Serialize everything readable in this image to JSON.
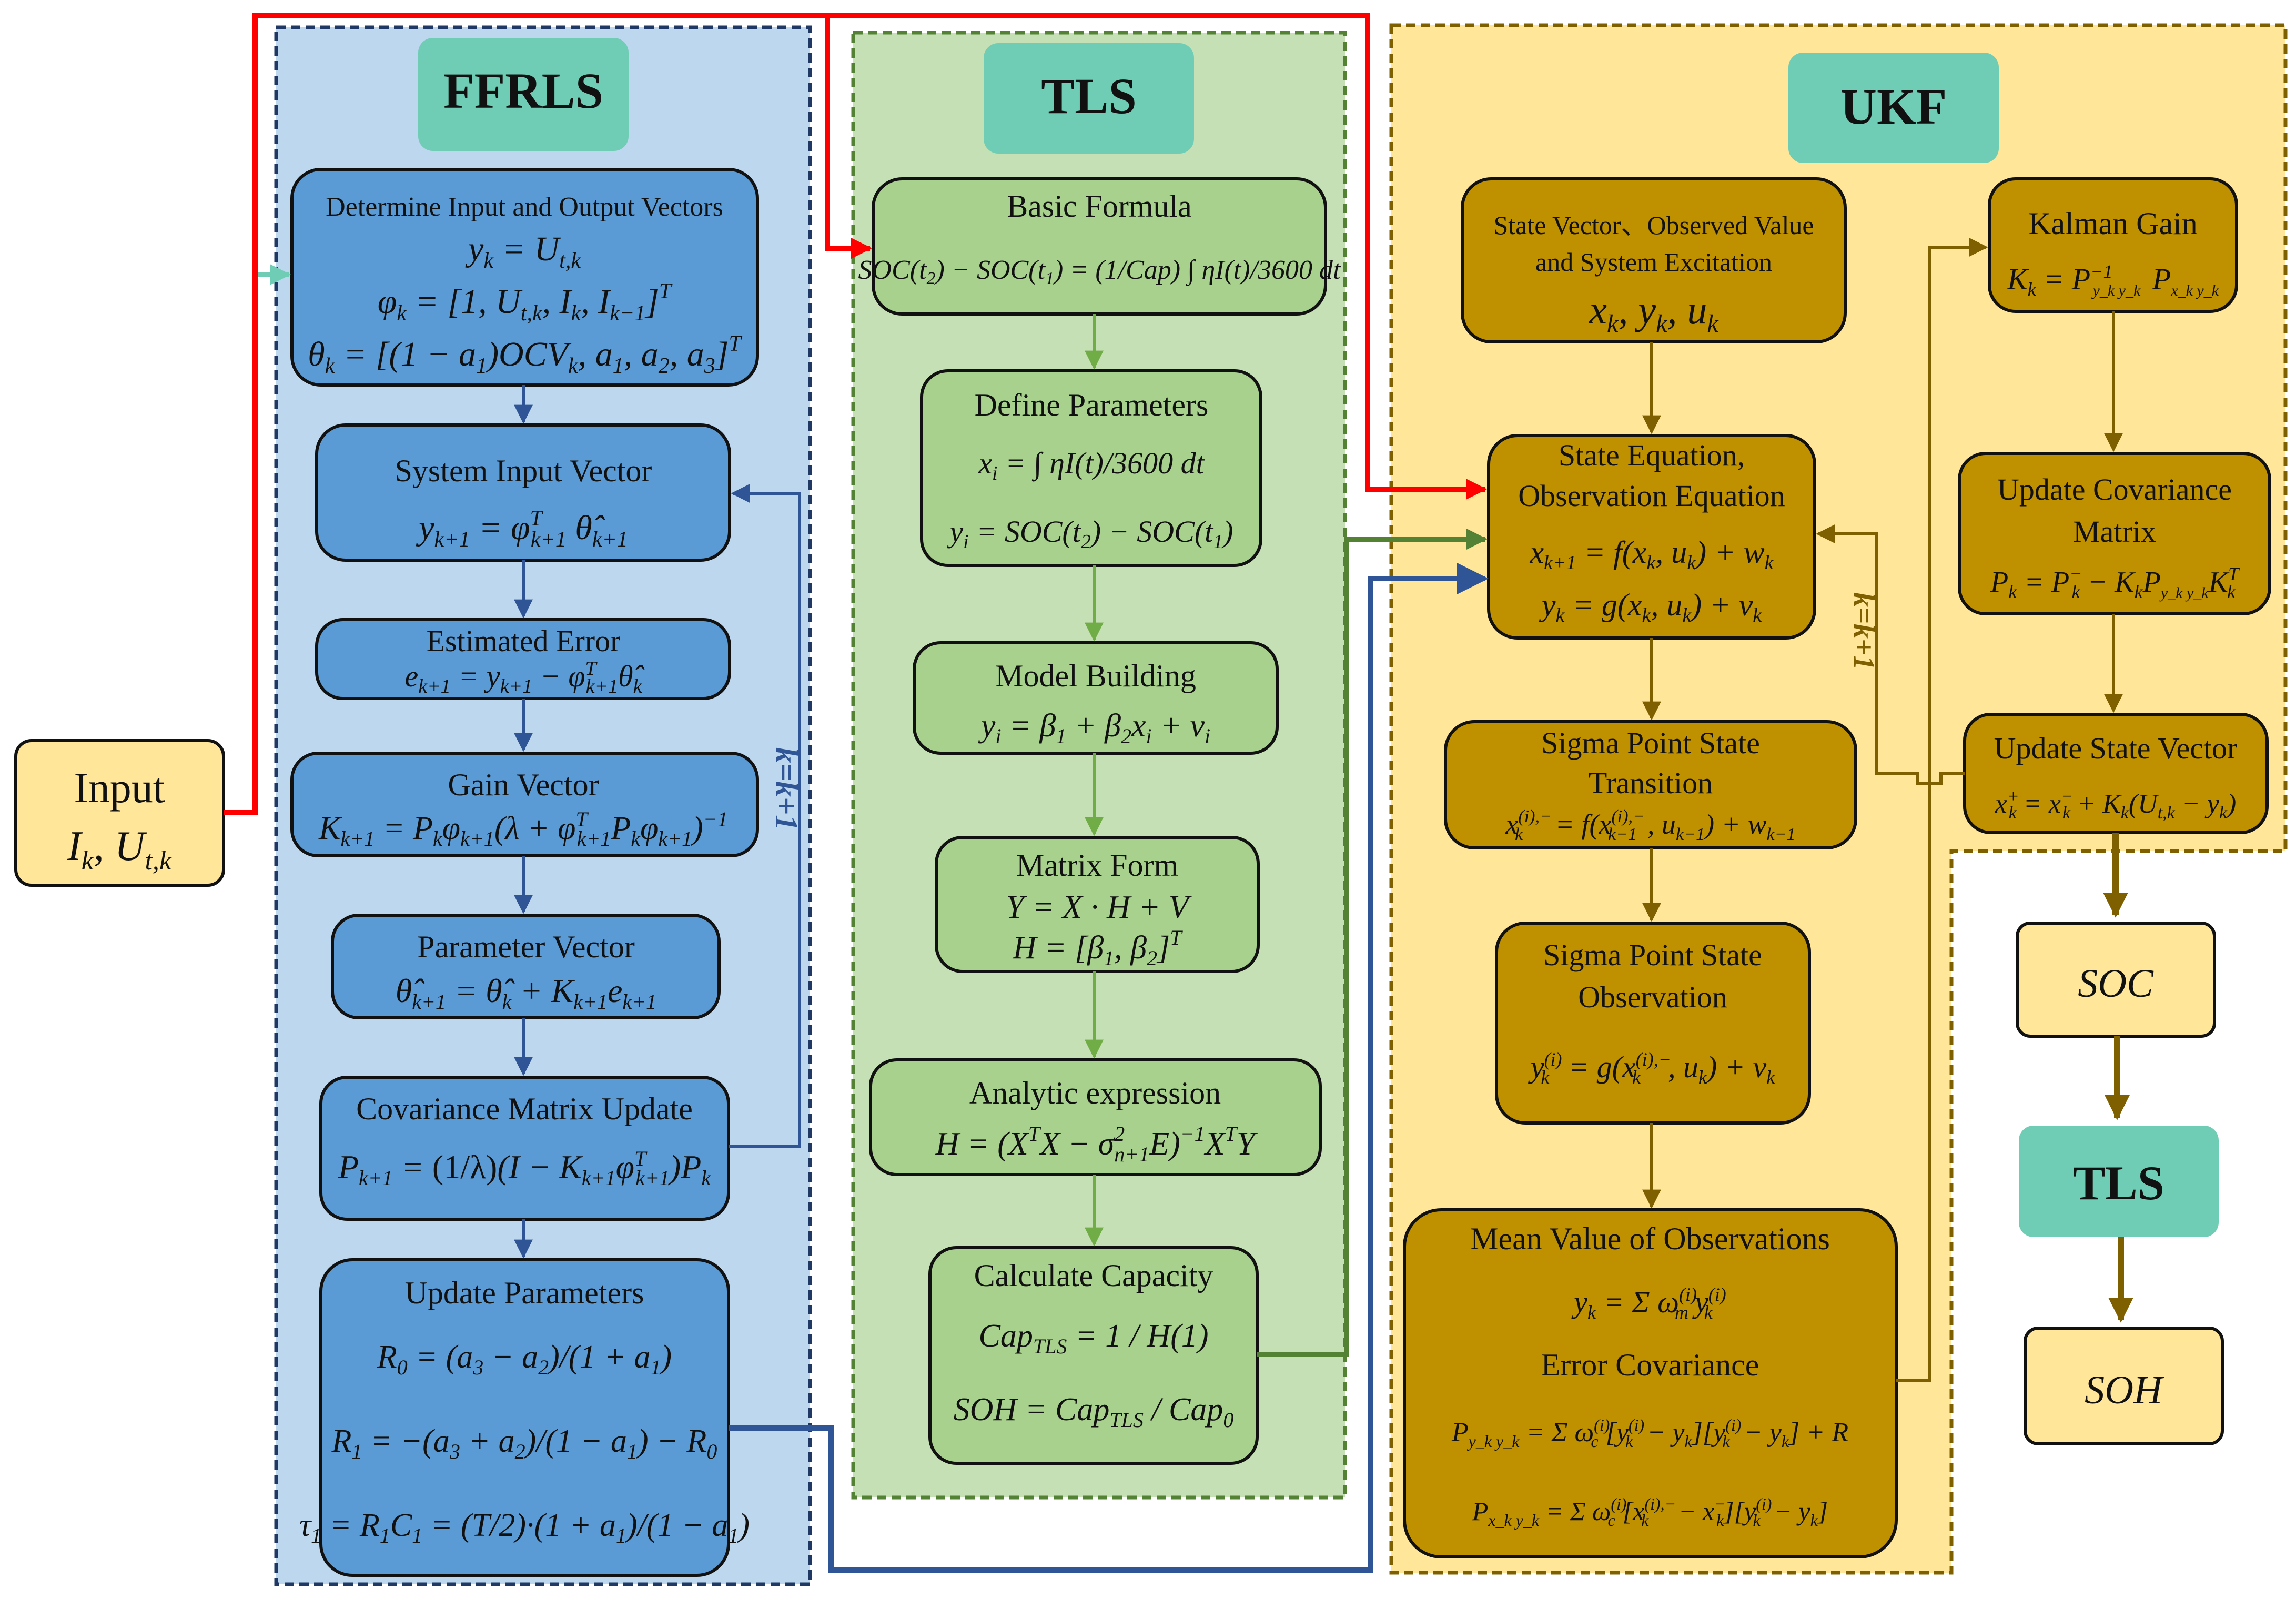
{
  "colors": {
    "ffrls_panel": "#bdd7ee",
    "ffrls_box": "#5b9bd5",
    "ffrls_border": "#1f3864",
    "tls_panel": "#c5e0b4",
    "tls_box": "#a9d18e",
    "tls_border": "#548235",
    "ukf_panel": "#ffe699",
    "ukf_box": "#bf9000",
    "ukf_border": "#7f6000",
    "title_box": "#70cdb5",
    "io_box": "#ffe699",
    "red_line": "#ff0000",
    "blue_line": "#2f5597",
    "green_line": "#548235",
    "gold_line": "#7f6000"
  },
  "input": {
    "label": "Input",
    "vars": "I_k, U_t,k"
  },
  "ffrls": {
    "title": "FFRLS",
    "loop_label": "k=k+1",
    "blocks": [
      {
        "title": "Determine Input and Output Vectors",
        "eqs": [
          "y_k = U_t,k",
          "φ_k = [1, U_t,k , I_k , I_k−1]^T",
          "θ_k = [(1 − a₁)OCV_k , a₁, a₂, a₃]^T"
        ]
      },
      {
        "title": "System Input Vector",
        "eqs": [
          "y_k+1 = φ^T_k+1 θ̂_k+1"
        ]
      },
      {
        "title": "Estimated Error",
        "eqs": [
          "e_k+1 = y_k+1 − φ^T_k+1 θ̂_k"
        ]
      },
      {
        "title": "Gain Vector",
        "eqs": [
          "K_k+1 = P_k φ_k+1 (λ + φ^T_k+1 P_k φ_k+1)^−1"
        ]
      },
      {
        "title": "Parameter Vector",
        "eqs": [
          "θ̂_k+1 = θ̂_k + K_k+1 e_k+1"
        ]
      },
      {
        "title": "Covariance Matrix Update",
        "eqs": [
          "P_k+1 = (1/λ)(I − K_k+1 φ^T_k+1) P_k"
        ]
      },
      {
        "title": "Update Parameters",
        "eqs": [
          "R₀ = (a₃ − a₂)/(1 + a₁)",
          "R₁ = −(a₃ + a₂)/(1 − a₁) − R₀",
          "τ₁ = R₁C₁ = (T/2)·(1 + a₁)/(1 − a₁)"
        ]
      }
    ]
  },
  "tls": {
    "title": "TLS",
    "blocks": [
      {
        "title": "Basic Formula",
        "eqs": [
          "SOC(t₂) − SOC(t₁) = (1/Cap) ∫ ηI(t)/3600 dt"
        ]
      },
      {
        "title": "Define Parameters",
        "eqs": [
          "x_i = ∫ ηI(t)/3600 dt",
          "y_i = SOC(t₂) − SOC(t₁)"
        ]
      },
      {
        "title": "Model Building",
        "eqs": [
          "y_i = β₁ + β₂x_i + ν_i"
        ]
      },
      {
        "title": "Matrix Form",
        "eqs": [
          "Y = X · H + V",
          "H = [β₁, β₂]^T"
        ]
      },
      {
        "title": "Analytic expression",
        "eqs": [
          "H = (X^T X − σ²_n+1 E)^−1 X^T Y"
        ]
      },
      {
        "title": "Calculate Capacity",
        "eqs": [
          "Cap_TLS = 1 / H(1)",
          "SOH = Cap_TLS / Cap₀"
        ]
      }
    ]
  },
  "ukf": {
    "title": "UKF",
    "loop_label": "k=k+1",
    "blocks": [
      {
        "title": "State Vector、Observed Value and System Excitation",
        "eqs": [
          "x_k, y_k, u_k"
        ]
      },
      {
        "title": "State Equation, Observation Equation",
        "eqs": [
          "x_k+1 = f(x_k, u_k) + w_k",
          "y_k = g(x_k, u_k) + v_k"
        ]
      },
      {
        "title": "Sigma Point State Transition",
        "eqs": [
          "x_k^(i),− = f(x_k−1^(i),−, u_k−1) + w_k−1"
        ]
      },
      {
        "title": "Sigma Point State Observation",
        "eqs": [
          "y_k^(i) = g(x_k^(i),−, u_k) + v_k"
        ]
      },
      {
        "title": "Mean Value of Observations",
        "subtitle": "Error Covariance",
        "eqs": [
          "y_k = Σ ω_m^(i) y_k^(i)",
          "P_ykyk = Σ ω_c^(i) [y_k^(i) − y_k][y_k^(i) − y_k] + R",
          "P_xkyk = Σ ω_c^(i) [x_k^(i),− − x_k^−][y_k^(i) − y_k]"
        ]
      },
      {
        "title": "Kalman Gain",
        "eqs": [
          "K_k = P^−1_ykyk P_xkyk"
        ]
      },
      {
        "title": "Update Covariance Matrix",
        "eqs": [
          "P_k = P_k^− − K_k P_ykyk K_k^T"
        ]
      },
      {
        "title": "Update State Vector",
        "eqs": [
          "x_k^+ = x_k^− + K_k(U_t,k − y_k)"
        ]
      }
    ]
  },
  "outputs": {
    "soc": "SOC",
    "tls": "TLS",
    "soh": "SOH"
  }
}
